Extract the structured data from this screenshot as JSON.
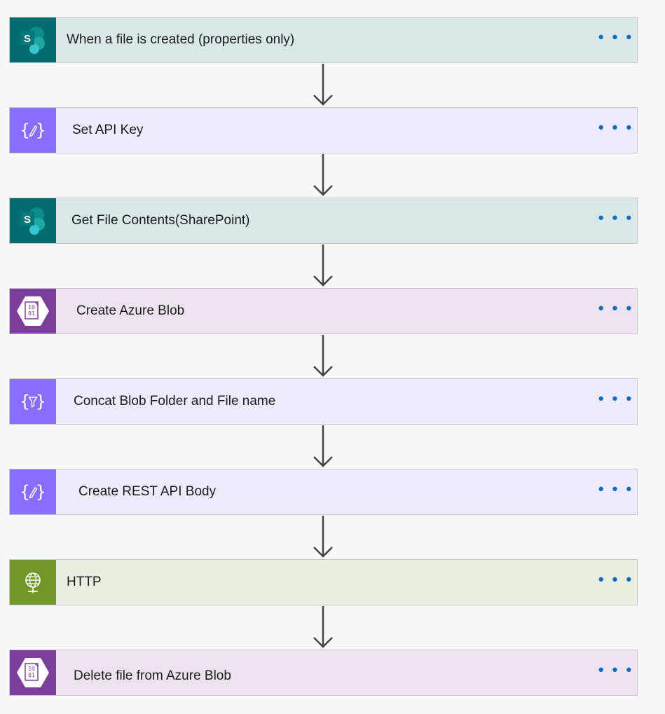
{
  "colors": {
    "sharepoint_icon_bg": "#036C70",
    "sharepoint_card_bg": "#D9E8E8",
    "variable_icon_bg": "#8A6CFF",
    "variable_card_bg": "#EEEAFF",
    "blob_icon_bg": "#7B3E9A",
    "blob_card_bg": "#ECE3EF",
    "http_icon_bg": "#709727",
    "http_card_bg": "#E8EFE0",
    "more_dots": "#0F6CBD",
    "arrow": "#444444"
  },
  "more_label": "• • •",
  "steps": [
    {
      "title": "When a file is created (properties only)",
      "icon": "sharepoint-icon"
    },
    {
      "title": "Set API Key",
      "icon": "variable-edit-icon"
    },
    {
      "title": "Get File Contents(SharePoint)",
      "icon": "sharepoint-icon"
    },
    {
      "title": "Create Azure Blob",
      "icon": "azure-blob-icon"
    },
    {
      "title": "Concat Blob Folder and File name",
      "icon": "variable-filter-icon"
    },
    {
      "title": "Create REST API Body",
      "icon": "variable-edit-icon"
    },
    {
      "title": "HTTP",
      "icon": "http-globe-icon"
    },
    {
      "title": "Delete file from Azure Blob",
      "icon": "azure-blob-icon"
    }
  ]
}
